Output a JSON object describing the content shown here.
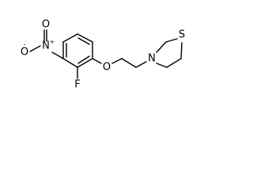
{
  "molecule": {
    "atoms": {
      "nitro_n": "N",
      "nitro_n_charge": "+",
      "nitro_o_top": "O",
      "nitro_o_left": "O",
      "nitro_o_left_charge": "-",
      "fluorine": "F",
      "ether_o": "O",
      "amine_n": "N",
      "sulfur": "S"
    }
  }
}
